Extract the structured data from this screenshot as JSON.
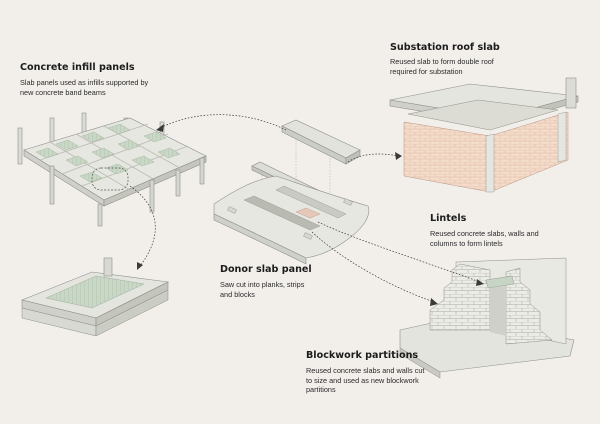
{
  "labels": {
    "infill": {
      "title": "Concrete infill panels",
      "lines": [
        "Slab panels used as infills supported by",
        "new  concrete band beams"
      ]
    },
    "substation": {
      "title": "Substation roof slab",
      "lines": [
        "Reused slab to form double roof",
        "required for substation"
      ]
    },
    "lintels": {
      "title": "Lintels",
      "lines": [
        "Reused concrete slabs, walls and",
        "columns to form lintels"
      ]
    },
    "donor": {
      "title": "Donor slab panel",
      "lines": [
        "Saw cut into planks, strips",
        "and blocks"
      ]
    },
    "blockwork": {
      "title": "Blockwork partitions",
      "lines": [
        "Reused concrete slabs and walls cut",
        "to size and used as new blockwork",
        "partitions"
      ]
    }
  },
  "colors": {
    "background": "#f2efeb",
    "concrete_light": "#e6e6e1",
    "concrete_mid": "#d7d8d1",
    "concrete_edge": "#bfc1b8",
    "green_tint": "#c7d6c4",
    "brick": "#f3dccb",
    "line": "#7c7c78",
    "text": "#1c1c1c"
  }
}
